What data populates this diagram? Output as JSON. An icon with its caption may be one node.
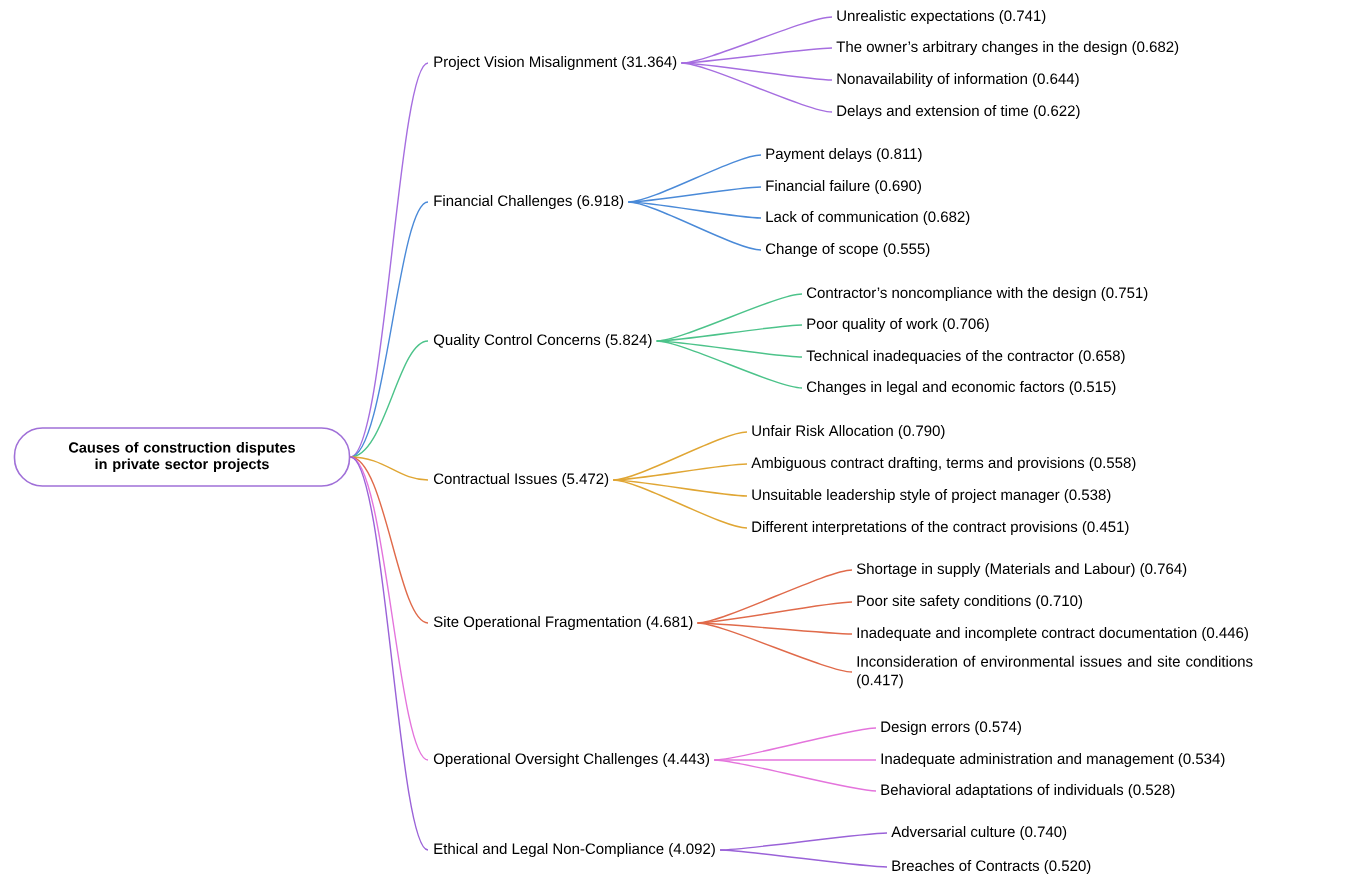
{
  "diagram": {
    "nodes": [
      {
        "text": [
          "Causes of construction disputes in private sector projects"
        ]
      },
      {
        "text": [
          "Project Vision Misalignment (31.364)"
        ]
      },
      {
        "text": [
          "Unrealistic expectations (0.741)"
        ]
      },
      {
        "text": [
          "The owner’s arbitrary changes in the design (0.682)"
        ]
      },
      {
        "text": [
          "Nonavailability of information (0.644)"
        ]
      },
      {
        "text": [
          "Delays and extension of time (0.622)"
        ]
      },
      {
        "text": [
          "Financial Challenges (6.918)"
        ]
      },
      {
        "text": [
          "Payment delays (0.811)"
        ]
      },
      {
        "text": [
          "Financial failure (0.690)"
        ]
      },
      {
        "text": [
          "Lack of communication (0.682)"
        ]
      },
      {
        "text": [
          "Change of scope (0.555)"
        ]
      },
      {
        "text": [
          "Quality Control Concerns (5.824)"
        ]
      },
      {
        "text": [
          "Contractor’s noncompliance with the design (0.751)"
        ]
      },
      {
        "text": [
          "Poor quality of work (0.706)"
        ]
      },
      {
        "text": [
          "Technical inadequacies of the contractor (0.658)"
        ]
      },
      {
        "text": [
          "Changes in legal and economic factors (0.515)"
        ]
      },
      {
        "text": [
          "Contractual Issues (5.472)"
        ]
      },
      {
        "text": [
          "Unfair Risk Allocation (0.790)"
        ]
      },
      {
        "text": [
          "Ambiguous contract drafting, terms and provisions (0.558)"
        ]
      },
      {
        "text": [
          "Unsuitable leadership style of project manager (0.538)"
        ]
      },
      {
        "text": [
          "Different interpretations of the contract provisions (0.451)"
        ]
      },
      {
        "text": [
          "Site Operational Fragmentation (4.681)"
        ]
      },
      {
        "text": [
          "Shortage in supply (Materials and Labour) (0.764)"
        ]
      },
      {
        "text": [
          "Poor site safety conditions (0.710)"
        ]
      },
      {
        "text": [
          "Inadequate and incomplete contract documentation (0.446)"
        ]
      },
      {
        "text": [
          "Inconsideration of environmental issues and site conditions (0.417)"
        ]
      },
      {
        "text": [
          "Operational Oversight Challenges (4.443)"
        ]
      },
      {
        "text": [
          "Design errors (0.574)"
        ]
      },
      {
        "text": [
          "Inadequate administration and management (0.534)"
        ]
      },
      {
        "text": [
          "Behavioral adaptations of individuals (0.528)"
        ]
      },
      {
        "text": [
          "Ethical and Legal  Non-Compliance (4.092)"
        ]
      },
      {
        "text": [
          "Adversarial culture (0.740)"
        ]
      },
      {
        "text": [
          "Breaches of Contracts (0.520)"
        ]
      }
    ],
    "edges": [
      {
        "from": 0,
        "to": 1,
        "arrow": "none",
        "color": "#a66ee0"
      },
      {
        "from": 0,
        "to": 6,
        "arrow": "none",
        "color": "#4a8ad8"
      },
      {
        "from": 0,
        "to": 11,
        "arrow": "none",
        "color": "#4cc38a"
      },
      {
        "from": 0,
        "to": 16,
        "arrow": "none",
        "color": "#e0a634"
      },
      {
        "from": 0,
        "to": 21,
        "arrow": "none",
        "color": "#e06a4a"
      },
      {
        "from": 0,
        "to": 26,
        "arrow": "none",
        "color": "#e474dc"
      },
      {
        "from": 0,
        "to": 30,
        "arrow": "none",
        "color": "#9a62d8"
      },
      {
        "from": 1,
        "to": 2,
        "arrow": "none",
        "color": "#a66ee0"
      },
      {
        "from": 1,
        "to": 3,
        "arrow": "none",
        "color": "#a66ee0"
      },
      {
        "from": 1,
        "to": 4,
        "arrow": "none",
        "color": "#a66ee0"
      },
      {
        "from": 1,
        "to": 5,
        "arrow": "none",
        "color": "#a66ee0"
      },
      {
        "from": 6,
        "to": 7,
        "arrow": "none",
        "color": "#4a8ad8"
      },
      {
        "from": 6,
        "to": 8,
        "arrow": "none",
        "color": "#4a8ad8"
      },
      {
        "from": 6,
        "to": 9,
        "arrow": "none",
        "color": "#4a8ad8"
      },
      {
        "from": 6,
        "to": 10,
        "arrow": "none",
        "color": "#4a8ad8"
      },
      {
        "from": 11,
        "to": 12,
        "arrow": "none",
        "color": "#4cc38a"
      },
      {
        "from": 11,
        "to": 13,
        "arrow": "none",
        "color": "#4cc38a"
      },
      {
        "from": 11,
        "to": 14,
        "arrow": "none",
        "color": "#4cc38a"
      },
      {
        "from": 11,
        "to": 15,
        "arrow": "none",
        "color": "#4cc38a"
      },
      {
        "from": 16,
        "to": 17,
        "arrow": "none",
        "color": "#e0a634"
      },
      {
        "from": 16,
        "to": 18,
        "arrow": "none",
        "color": "#e0a634"
      },
      {
        "from": 16,
        "to": 19,
        "arrow": "none",
        "color": "#e0a634"
      },
      {
        "from": 16,
        "to": 20,
        "arrow": "none",
        "color": "#e0a634"
      },
      {
        "from": 21,
        "to": 22,
        "arrow": "none",
        "color": "#e06a4a"
      },
      {
        "from": 21,
        "to": 23,
        "arrow": "none",
        "color": "#e06a4a"
      },
      {
        "from": 21,
        "to": 24,
        "arrow": "none",
        "color": "#e06a4a"
      },
      {
        "from": 21,
        "to": 25,
        "arrow": "none",
        "color": "#e06a4a"
      },
      {
        "from": 26,
        "to": 27,
        "arrow": "none",
        "color": "#e474dc"
      },
      {
        "from": 26,
        "to": 28,
        "arrow": "none",
        "color": "#e474dc"
      },
      {
        "from": 26,
        "to": 29,
        "arrow": "none",
        "color": "#e474dc"
      },
      {
        "from": 30,
        "to": 31,
        "arrow": "none",
        "color": "#9a62d8"
      },
      {
        "from": 30,
        "to": 32,
        "arrow": "none",
        "color": "#9a62d8"
      }
    ]
  }
}
